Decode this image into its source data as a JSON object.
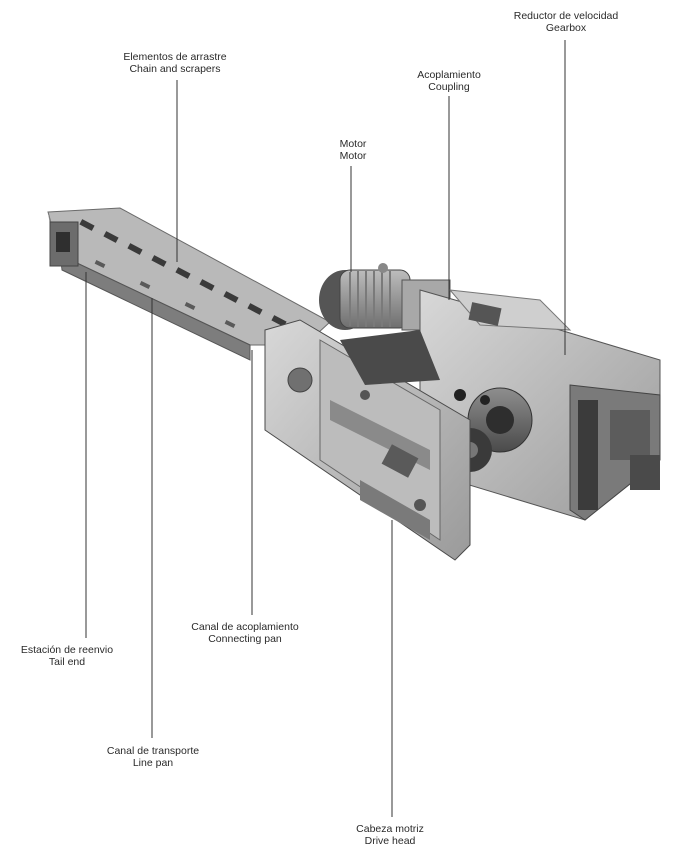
{
  "labels": {
    "gearbox": {
      "es": "Reductor de velocidad",
      "en": "Gearbox"
    },
    "chain": {
      "es": "Elementos de arrastre",
      "en": "Chain and scrapers"
    },
    "coupling": {
      "es": "Acoplamiento",
      "en": "Coupling"
    },
    "motor": {
      "es": "Motor",
      "en": "Motor"
    },
    "connecting": {
      "es": "Canal de acoplamiento",
      "en": "Connecting pan"
    },
    "tail": {
      "es": "Estación de reenvio",
      "en": "Tail end"
    },
    "line": {
      "es": "Canal de transporte",
      "en": "Line pan"
    },
    "drive": {
      "es": "Cabeza motriz",
      "en": "Drive head"
    }
  }
}
